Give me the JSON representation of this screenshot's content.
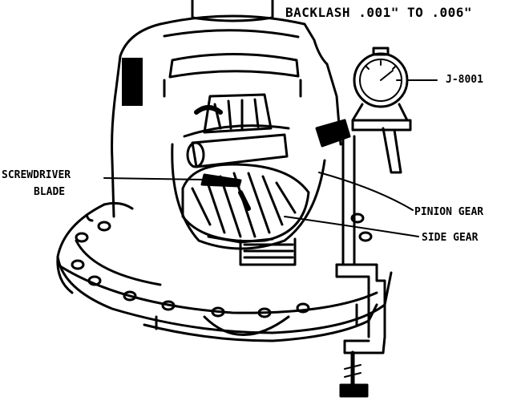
{
  "labels": {
    "backlash": "BACKLASH .001\" TO .006\"",
    "tool": "J-8001",
    "screwdriver_line1": "SCREWDRIVER",
    "screwdriver_line2": "BLADE",
    "pinion_gear": "PINION GEAR",
    "side_gear": "SIDE GEAR"
  },
  "colors": {
    "ink": "#000000",
    "paper": "#ffffff"
  }
}
